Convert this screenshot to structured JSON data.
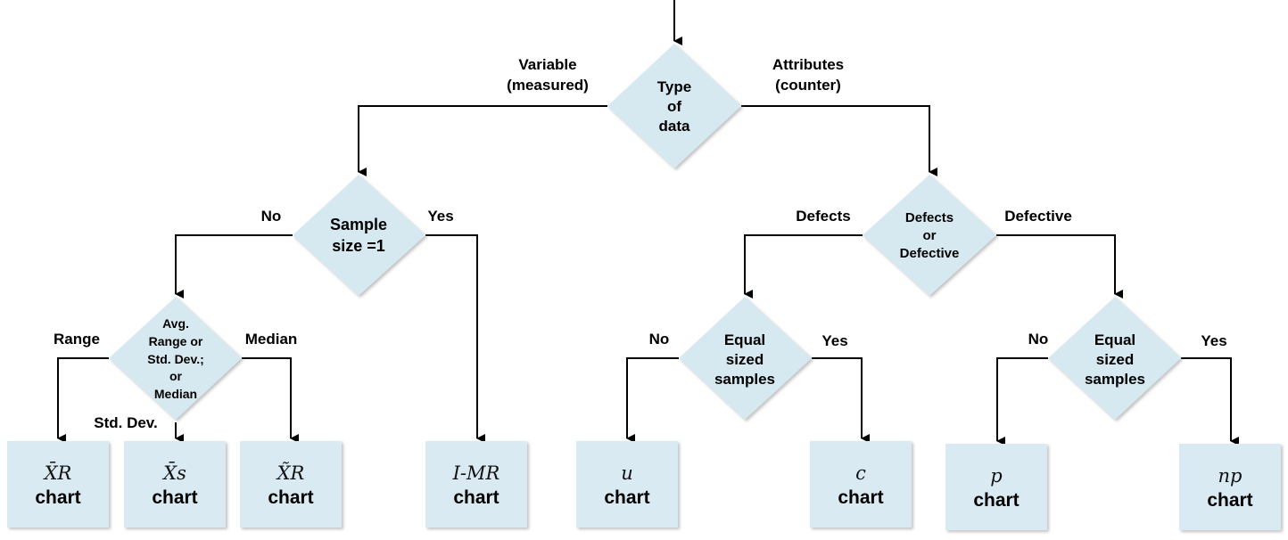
{
  "decisions": {
    "type_of_data": {
      "lines": [
        "Type",
        "of",
        "data"
      ]
    },
    "sample_size": {
      "lines": [
        "Sample",
        "size =1"
      ]
    },
    "defects_or_defective": {
      "lines": [
        "Defects",
        "or",
        "Defective"
      ]
    },
    "avg_range": {
      "lines": [
        "Avg.",
        "Range or",
        "Std. Dev.;",
        "or",
        "Median"
      ]
    },
    "equal_sized_left": {
      "lines": [
        "Equal",
        "sized",
        "samples"
      ]
    },
    "equal_sized_right": {
      "lines": [
        "Equal",
        "sized",
        "samples"
      ]
    }
  },
  "edge_labels": {
    "variable": [
      "Variable",
      "(measured)"
    ],
    "attributes": [
      "Attributes",
      "(counter)"
    ],
    "no_sample": "No",
    "yes_sample": "Yes",
    "defects": "Defects",
    "defective": "Defective",
    "range": "Range",
    "median": "Median",
    "std_dev": "Std. Dev.",
    "no_u": "No",
    "yes_c": "Yes",
    "no_p": "No",
    "yes_np": "Yes"
  },
  "charts": [
    {
      "symbol": "X̄R",
      "label": "chart"
    },
    {
      "symbol": "X̄s",
      "label": "chart"
    },
    {
      "symbol": "X̃R",
      "label": "chart"
    },
    {
      "symbol": "I-MR",
      "label": "chart"
    },
    {
      "symbol": "u",
      "label": "chart"
    },
    {
      "symbol": "c",
      "label": "chart"
    },
    {
      "symbol": "p",
      "label": "chart"
    },
    {
      "symbol": "np",
      "label": "chart"
    }
  ],
  "colors": {
    "node_fill": "#d6e9f0",
    "box_fill": "#d9eaf2",
    "line": "#000000"
  }
}
